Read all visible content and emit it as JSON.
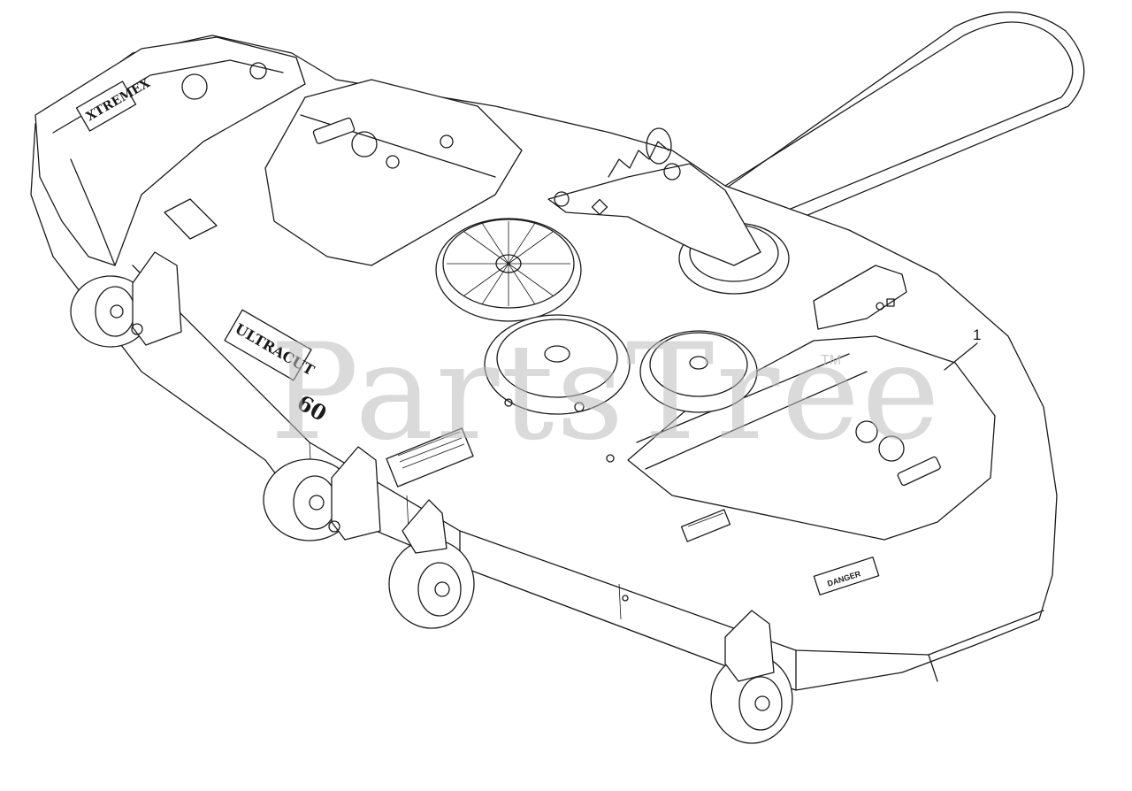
{
  "watermark": {
    "text": "PartsTree",
    "tm": "TM"
  },
  "callouts": [
    {
      "label": "1"
    }
  ],
  "deck_text": {
    "model": "ULTRACUT",
    "size": "60",
    "brand": "XTREMEX"
  },
  "decal_text": {
    "danger": "DANGER"
  }
}
